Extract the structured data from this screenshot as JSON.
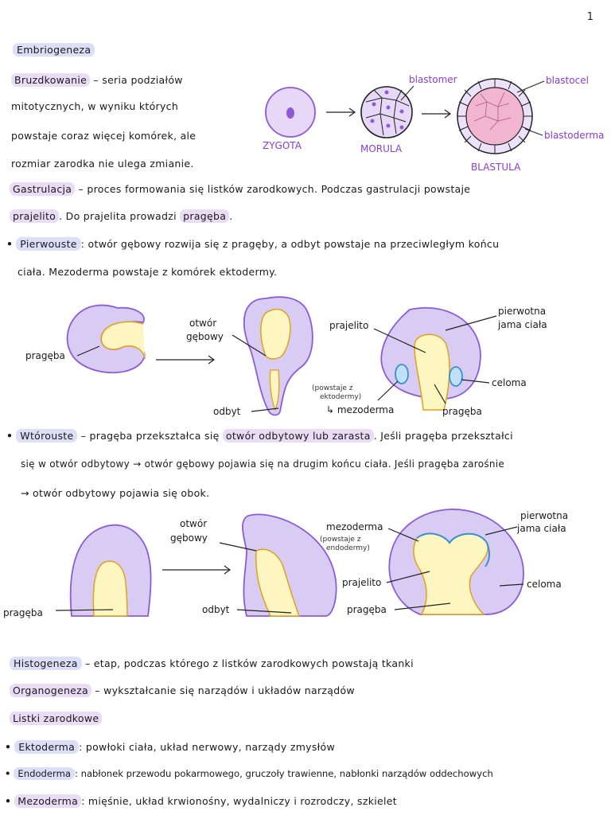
{
  "page_number": "1",
  "title": "Embriogeneza",
  "bruzdkowanie": {
    "term": "Bruzdkowanie",
    "line1": " – seria podziałów",
    "line2": "mitotycznych, w wyniku których",
    "line3": "powstaje coraz więcej komórek, ale",
    "line4": "rozmiar zarodka nie ulega zmianie."
  },
  "diagram1": {
    "zygota": "ZYGOTA",
    "morula": "MORULA",
    "blastula": "BLASTULA",
    "blastomer": "blastomer",
    "blastocel": "blastocel",
    "blastoderma": "blastoderma"
  },
  "gastrulacja": {
    "term": "Gastrulacja",
    "line1_rest": " – proces formowania się listków zarodkowych. Podczas gastrulacji powstaje",
    "prajelito": "prajelito",
    "line2_mid": ". Do prajelita prowadzi ",
    "pragęba": "pragęba",
    "line2_end": "."
  },
  "pierwouste": {
    "term": "Pierwouste",
    "line1_rest": ": otwór gębowy rozwija się z pragęby, a odbyt powstaje na przeciwległym końcu",
    "line2": "ciała. Mezoderma powstaje z komórek ektodermy."
  },
  "diagram2": {
    "pragęba_left": "pragęba",
    "otwor_gebowy_1": "otwór",
    "otwor_gebowy_2": "gębowy",
    "odbyt": "odbyt",
    "prajelito": "prajelito",
    "pierwotna_1": "pierwotna",
    "pierwotna_2": "jama ciała",
    "celoma": "celoma",
    "powstaje_1": "(powstaje z",
    "powstaje_2": "ektodermy)",
    "mezoderma": "↳ mezoderma",
    "pragęba_right": "pragęba"
  },
  "wtorouste": {
    "term": "Wtórouste",
    "line1_a": " – pragęba przekształca się ",
    "highlight": "otwór odbytowy lub zarasta",
    "line1_b": ". Jeśli pragęba przekształci",
    "line2": "się w otwór odbytowy → otwór gębowy pojawia się na drugim końcu ciała. Jeśli pragęba zarośnie",
    "line3": "→ otwór odbytowy pojawia się obok."
  },
  "diagram3": {
    "pragęba_left": "pragęba",
    "otwor_1": "otwór",
    "otwor_2": "gębowy",
    "odbyt": "odbyt",
    "mezoderma": "mezoderma",
    "powstaje_1": "(powstaje z",
    "powstaje_2": "endodermy)",
    "prajelito": "prajelito",
    "pragęba_right": "pragęba",
    "pierwotna_1": "pierwotna",
    "pierwotna_2": "jama ciała",
    "celoma": "celoma"
  },
  "histogeneza": {
    "term": "Histogeneza",
    "rest": " – etap, podczas którego z listków zarodkowych powstają tkanki"
  },
  "organogeneza": {
    "term": "Organogeneza",
    "rest": " – wykształcanie się narządów i układów narządów"
  },
  "listki": {
    "title": "Listki zarodkowe",
    "items": [
      {
        "term": "Ektoderma",
        "rest": ": powłoki ciała, układ nerwowy, narządy zmysłów"
      },
      {
        "term": "Endoderma",
        "rest": ": nabłonek przewodu pokarmowego, gruczoły trawienne, nabłonki narządów oddechowych"
      },
      {
        "term": "Mezoderma",
        "rest": ": mięśnie, układ krwionośny, wydalniczy i rozrodczy, szkielet"
      }
    ]
  },
  "colors": {
    "lavender": "#d8ccf5",
    "lavender_stroke": "#8d5bd6",
    "yellow": "#fdf6c0",
    "yellow_stroke": "#e0a020",
    "blue": "#3a8fd0",
    "pink": "#f2b5cf",
    "purple_label": "#8a3bd6"
  }
}
